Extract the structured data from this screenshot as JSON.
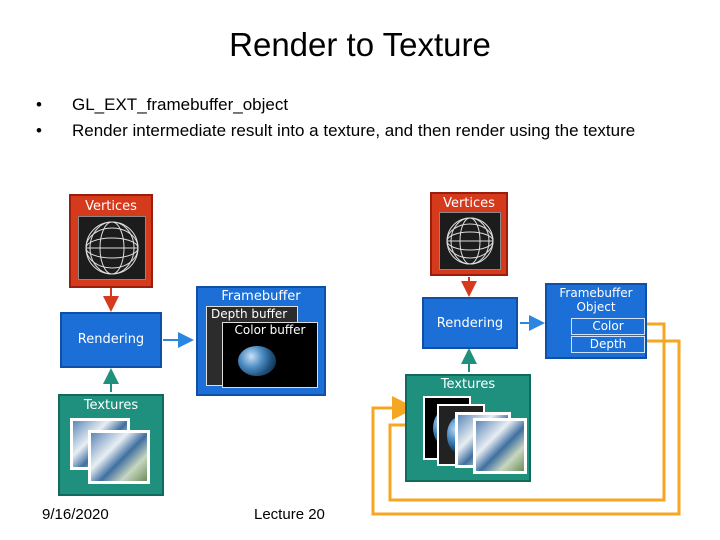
{
  "title": "Render to Texture",
  "bullets": [
    "GL_EXT_framebuffer_object",
    "Render intermediate result into a texture, and then render using the texture"
  ],
  "left_diagram": {
    "vertices": "Vertices",
    "rendering": "Rendering",
    "textures": "Textures",
    "framebuffer": "Framebuffer",
    "depth_buffer": "Depth buffer",
    "color_buffer": "Color buffer"
  },
  "right_diagram": {
    "vertices": "Vertices",
    "rendering": "Rendering",
    "framebuffer_object": "Framebuffer Object",
    "color": "Color",
    "depth": "Depth",
    "textures": "Textures"
  },
  "footer": {
    "date": "9/16/2020",
    "lecture": "Lecture 20"
  },
  "colors": {
    "red": "#d63a1d",
    "blue": "#1b6fd6",
    "teal": "#1f8f7e",
    "orange": "#f5a623"
  }
}
